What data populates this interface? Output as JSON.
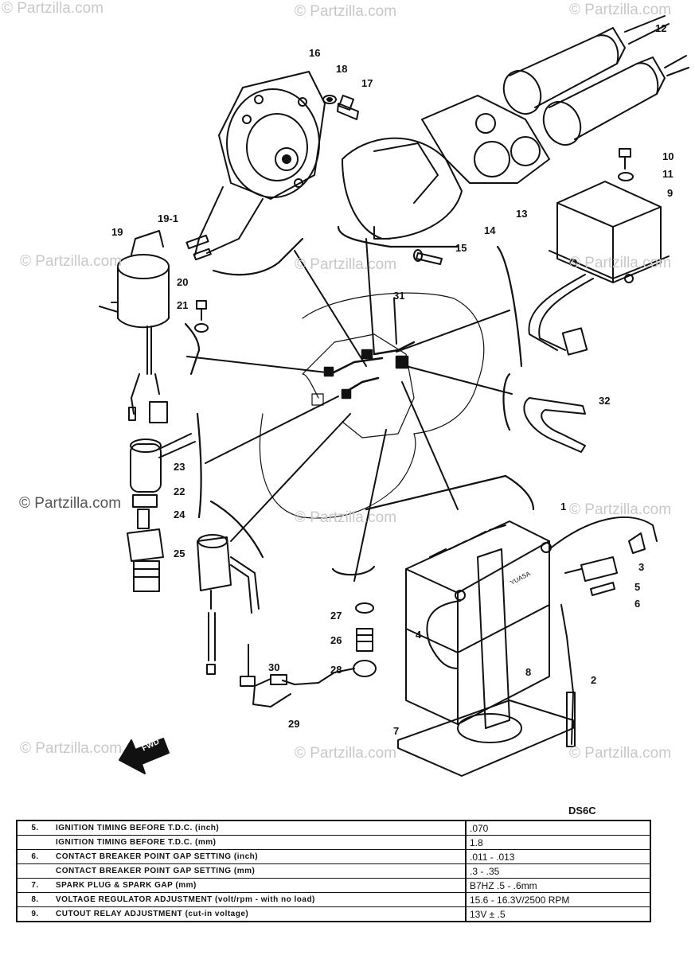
{
  "watermark": {
    "text": "© Partzilla.com",
    "highlight_text": "© Partzilla.com"
  },
  "callouts": [
    {
      "id": "c1",
      "label": "1"
    },
    {
      "id": "c2",
      "label": "2"
    },
    {
      "id": "c3",
      "label": "3"
    },
    {
      "id": "c4",
      "label": "4"
    },
    {
      "id": "c5",
      "label": "5"
    },
    {
      "id": "c6",
      "label": "6"
    },
    {
      "id": "c7",
      "label": "7"
    },
    {
      "id": "c8",
      "label": "8"
    },
    {
      "id": "c9",
      "label": "9"
    },
    {
      "id": "c10",
      "label": "10"
    },
    {
      "id": "c11",
      "label": "11"
    },
    {
      "id": "c12",
      "label": "12"
    },
    {
      "id": "c13",
      "label": "13"
    },
    {
      "id": "c14",
      "label": "14"
    },
    {
      "id": "c15",
      "label": "15"
    },
    {
      "id": "c16",
      "label": "16"
    },
    {
      "id": "c17",
      "label": "17"
    },
    {
      "id": "c18",
      "label": "18"
    },
    {
      "id": "c19",
      "label": "19"
    },
    {
      "id": "c19-1",
      "label": "19-1"
    },
    {
      "id": "c20",
      "label": "20"
    },
    {
      "id": "c21",
      "label": "21"
    },
    {
      "id": "c22",
      "label": "22"
    },
    {
      "id": "c23",
      "label": "23"
    },
    {
      "id": "c24",
      "label": "24"
    },
    {
      "id": "c25",
      "label": "25"
    },
    {
      "id": "c26",
      "label": "26"
    },
    {
      "id": "c27",
      "label": "27"
    },
    {
      "id": "c28",
      "label": "28"
    },
    {
      "id": "c29",
      "label": "29"
    },
    {
      "id": "c30",
      "label": "30"
    },
    {
      "id": "c31",
      "label": "31"
    },
    {
      "id": "c32",
      "label": "32"
    }
  ],
  "fwd_label": "FWD",
  "battery_text": "YUASA",
  "model_code": "DS6C",
  "spec_table": {
    "rows": [
      {
        "num": "5.",
        "item": "IGNITION TIMING BEFORE T.D.C. (inch)",
        "value": ".070"
      },
      {
        "num": "",
        "item": "IGNITION TIMING BEFORE T.D.C. (mm)",
        "value": "1.8"
      },
      {
        "num": "6.",
        "item": "CONTACT BREAKER POINT GAP SETTING (inch)",
        "value": ".011 - .013"
      },
      {
        "num": "",
        "item": "CONTACT BREAKER POINT GAP SETTING (mm)",
        "value": ".3 - .35"
      },
      {
        "num": "7.",
        "item": "SPARK PLUG & SPARK GAP (mm)",
        "value": "B7HZ   .5 - .6mm"
      },
      {
        "num": "8.",
        "item": "VOLTAGE REGULATOR ADJUSTMENT (volt/rpm - with no load)",
        "value": "15.6 - 16.3V/2500 RPM"
      },
      {
        "num": "9.",
        "item": "CUTOUT RELAY ADJUSTMENT (cut-in voltage)",
        "value": "13V ± .5"
      }
    ]
  }
}
